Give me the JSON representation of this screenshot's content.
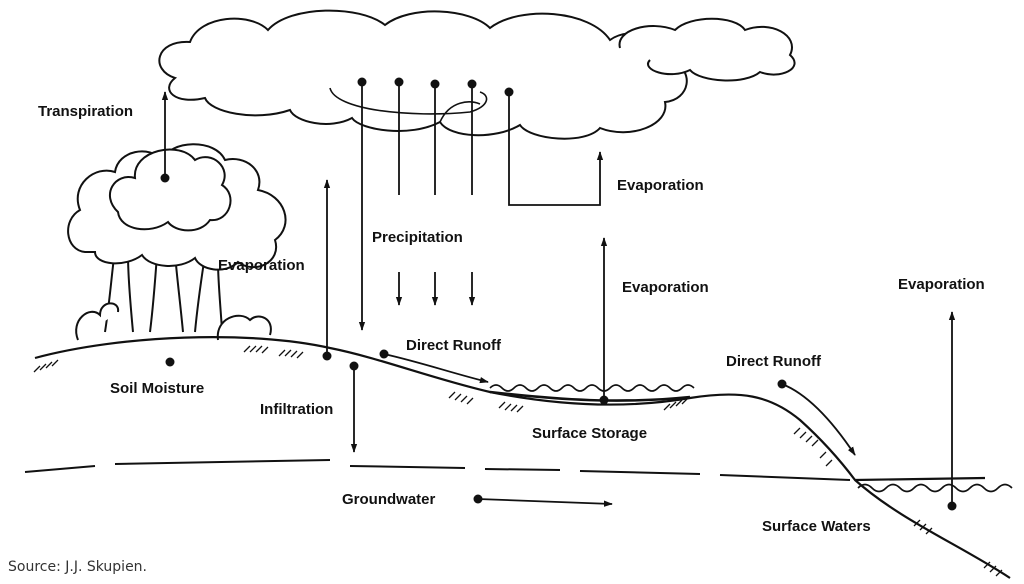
{
  "diagram": {
    "labels": {
      "transpiration": "Transpiration",
      "evaporation_cloud": "Evaporation",
      "precipitation": "Precipitation",
      "evaporation_soil": "Evaporation",
      "evaporation_storage": "Evaporation",
      "evaporation_waters": "Evaporation",
      "direct_runoff_1": "Direct Runoff",
      "direct_runoff_2": "Direct Runoff",
      "soil_moisture": "Soil Moisture",
      "infiltration": "Infiltration",
      "surface_storage": "Surface Storage",
      "groundwater": "Groundwater",
      "surface_waters": "Surface Waters"
    },
    "source": "Source: J.J. Skupien.",
    "colors": {
      "ink": "#111111",
      "background": "#ffffff"
    }
  }
}
